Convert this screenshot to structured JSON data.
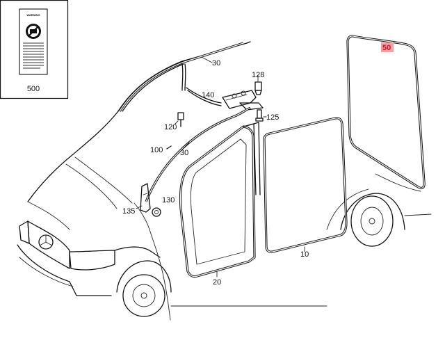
{
  "labels": {
    "p500": "500",
    "p30a": "30",
    "p30b": "30",
    "p128": "128",
    "p140": "140",
    "p125": "125",
    "p120": "120",
    "p100": "100",
    "p130": "130",
    "p135": "135",
    "p10": "10",
    "p20": "20",
    "p50": "50"
  },
  "warning_label": {
    "text": "WARNING"
  },
  "colors": {
    "highlight_fill": "#f4a0a0",
    "highlight_text": "#c8102e"
  }
}
